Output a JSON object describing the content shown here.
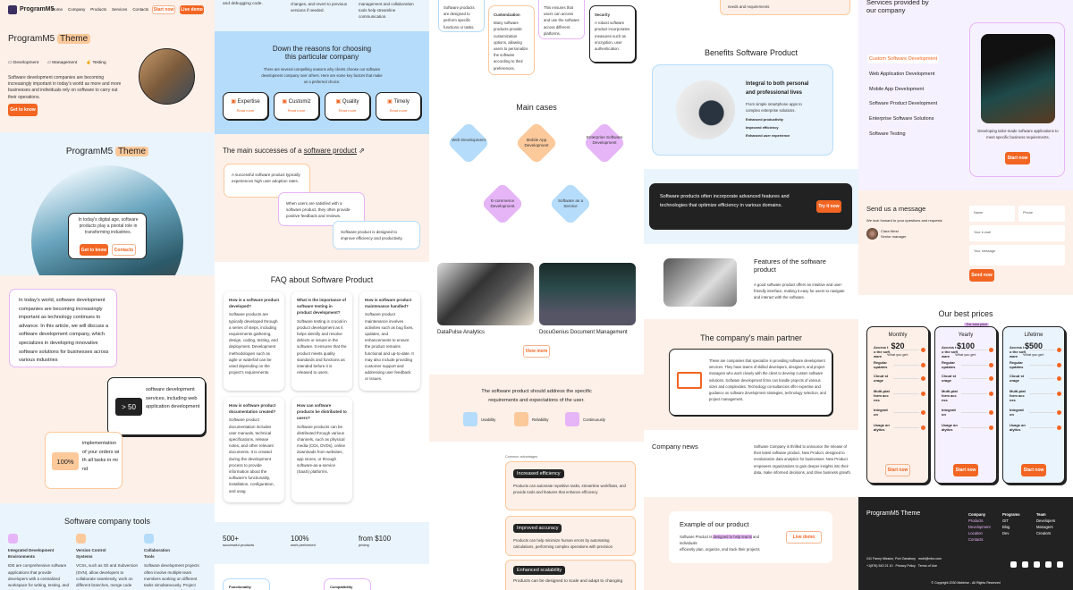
{
  "hero": {
    "logo": "ProgramM5",
    "nav": [
      "Home",
      "Company",
      "Products",
      "Services",
      "Contacts"
    ],
    "start_now": "Start now",
    "live_demo": "Live demo",
    "title": "ProgramM5",
    "title_highlight": "Theme",
    "features": [
      {
        "icon": "monitor-icon",
        "label": "Development"
      },
      {
        "icon": "folder-icon",
        "label": "Management"
      },
      {
        "icon": "hand-pointer-icon",
        "label": "Testing"
      }
    ],
    "text": "Software development companies are becoming increasingly important in today's world as more and more businesses and individuals rely on software to carry out their operations.",
    "cta": "Get to know"
  },
  "hero2": {
    "title": "ProgramM5",
    "title_highlight": "Theme",
    "text": "In today's digital age, software products play a pivotal role in transforming industries.",
    "cta": "Get to know",
    "contacts": "Contacts"
  },
  "about": {
    "text": "In today's world, software development companies are becoming increasingly important as technology continues to advance. In this article, we will discuss a software development company, which specializes in developing innovative software solutions for businesses across various industries",
    "stat1_value": "> 50",
    "stat1_text": "software development services, including web application development",
    "stat2_value": "100%",
    "stat2_text": "implementation of your orders with all tasks in mind"
  },
  "tools": {
    "title": "Software company tools",
    "items": [
      {
        "title": "Integrated Development Environments",
        "text": "IDE are comprehensive software applications that provide developers with a centralized workspace for writing, testing, and debugging code.",
        "color": "#e6b5f7"
      },
      {
        "title": "Version Control Systems",
        "text": "VCSs, such as Git and Subversion (SVN), allow developers to collaborate seamlessly, work on different branches, merge code changes, and revert to previous versions if needed.",
        "color": "#fcc99b"
      },
      {
        "title": "Collaboration Tools",
        "text": "Software development projects often involve multiple team members working on different tasks simultaneously. Project management and collaboration tools help streamline communication.",
        "color": "#b5dcfa"
      }
    ]
  },
  "tools_cont": [
    "and debugging code.",
    "changes, and revert to previous versions if needed.",
    "management and collaboration tools help streamline communication."
  ],
  "reasons": {
    "title": "Down the reasons for choosing this particular company",
    "text": "There are several compelling reasons why clients choose our software development company over others. Here are some key factors that make us a preferred choice:",
    "cards": [
      {
        "label": "Expertise",
        "link": "Read more"
      },
      {
        "label": "Customiz",
        "link": "Read more"
      },
      {
        "label": "Quality",
        "link": "Read more"
      },
      {
        "label": "Timely",
        "link": "Read more"
      }
    ]
  },
  "successes": {
    "title": "The main successes of a",
    "title_link": "software product",
    "items": [
      "A successful software product typically experiences high user adoption rates.",
      "When users are satisfied with a software product, they often provide positive feedback and reviews.",
      "Software product is designed to improve efficiency and productivity."
    ]
  },
  "faq": {
    "title": "FAQ about Software Product",
    "items": [
      {
        "q": "How is a software product developed?",
        "a": "Software products are typically developed through a series of steps, including requirements gathering, design, coding, testing, and deployment. Development methodologies such as agile or waterfall can be used depending on the project's requirements."
      },
      {
        "q": "What is the importance of software testing in product development?",
        "a": "Software testing is crucial in product development as it helps identify and resolve defects or issues in the software. It ensures that the product meets quality standards and functions as intended before it is released to users."
      },
      {
        "q": "How is software product maintenance handled?",
        "a": "Software product maintenance involves activities such as bug fixes, updates, and enhancements to ensure the product remains functional and up-to-date. It may also include providing customer support and addressing user feedback or issues."
      },
      {
        "q": "How is software product documentation created?",
        "a": "Software product documentation includes user manuals, technical specifications, release notes, and other relevant documents. It is created during the development process to provide information about the software's functionality, installation, configuration, and usag"
      },
      {
        "q": "How can software products be distributed to users?",
        "a": "Software products can be distributed through various channels, such as physical media (CDs, DVDs), online downloads from websites, app stores, or through software-as-a-service (SaaS) platforms."
      }
    ]
  },
  "stats": [
    {
      "value": "500+",
      "label": "successful products"
    },
    {
      "value": "100%",
      "label": "work performed"
    },
    {
      "value": "from $100",
      "label": "pricing"
    }
  ],
  "qualities": {
    "top_labels": [
      "Functionality",
      "Compatibility"
    ],
    "cards": [
      {
        "text": "Software products are designed to perform specific functions or tasks."
      },
      {
        "title": "Customization",
        "text": "Many software products provide customization options, allowing users to personalize the software according to their preferences."
      },
      {
        "text": "This ensures that users can access and use the software across different platforms."
      },
      {
        "title": "Security",
        "text": "A robust software product incorporates measures such as encryption, user authentication."
      }
    ]
  },
  "cases": {
    "title": "Main cases",
    "items": [
      "Web Development",
      "Mobile App Development",
      "Enterprise Software Development",
      "E-commerce Development",
      "Software as a Service"
    ]
  },
  "products": {
    "items": [
      "DataPulse Analytics",
      "DocuGenius Document Management"
    ],
    "view_more": "View more"
  },
  "requirements": {
    "title": "The software product should address the specific requirements and expectations of the user.",
    "items": [
      {
        "icon": "grid-icon",
        "label": "Usability"
      },
      {
        "icon": "shield-icon",
        "label": "Reliability"
      },
      {
        "icon": "clock-icon",
        "label": "Continuously"
      }
    ]
  },
  "advantages": {
    "label": "Common advantages",
    "items": [
      {
        "title": "Increased efficiency",
        "text": "Products can automate repetitive tasks, streamline workflows, and provide tools and features that enhance efficiency"
      },
      {
        "title": "Improved accuracy",
        "text": "Products can help minimize human errors by automating calculations, performing complex operations with precision"
      },
      {
        "title": "Enhanced scalability",
        "text": "Products can be designed to scale and adapt to changing"
      }
    ],
    "cont": "needs and requirements"
  },
  "benefits": {
    "title": "Benefits Software Product",
    "heading": "Integral to both personal and professional lives",
    "text": "From simple smartphone apps to complex enterprise solutions.",
    "list": [
      "Enhanced productivity",
      "Improved efficiency",
      "Enhanced user experience"
    ]
  },
  "banner": {
    "text": "Software products often incorporate advanced features and technologies that optimize efficiency in various domains.",
    "cta": "Try it now"
  },
  "features": {
    "title": "Features of the software product",
    "text": "A good software product offers an intuitive and user-friendly interface, making it easy for users to navigate and interact with the software."
  },
  "partner": {
    "title": "The company's main partner",
    "text": "These are companies that specialize in providing software development services. They have teams of skilled developers, designers, and project managers who work closely with the client to develop custom software solutions. Software development firms can handle projects of various sizes and complexities. Technology consultancies offer expertise and guidance on software development strategies, technology selection, and project management."
  },
  "news": {
    "title": "Company news",
    "text": "Software Company is thrilled to announce the release of their latest software product, New Product, designed to revolutionize data analytics for businesses. New Product empowers organizations to gain deeper insights into their data, make informed decisions, and drive business growth."
  },
  "example": {
    "title": "Example of our product",
    "text_pre": "Software Product is",
    "text_hl": "designed to help teams",
    "text_post": "and individuals",
    "text_line2": "efficiently plan, organize, and track their projects",
    "cta": "Live demo"
  },
  "services": {
    "title": "Services provided by our company",
    "items": [
      "Custom Software Development",
      "Web Application Development",
      "Mobile App Development",
      "Software Product Development",
      "Enterprise Software Solutions",
      "Software Testing"
    ],
    "card_text": "Developing tailor-made software applications to meet specific business requirements.",
    "cta": "Start now"
  },
  "contact": {
    "title": "Send us a message",
    "subtitle": "We look forward to your questions and requests",
    "person": "Clara West",
    "role": "Senior manager",
    "name_ph": "Name",
    "phone_ph": "Phone",
    "email_ph": "Your e-mail",
    "message_ph": "Your message",
    "send": "Send now"
  },
  "pricing": {
    "title": "Our best prices",
    "badge": "The best price",
    "what": "What you get:",
    "features": [
      "Access to the software",
      "Regular updates",
      "Cloud storage",
      "Multi-platform access",
      "Integration",
      "Usage analytics"
    ],
    "plans": [
      {
        "name": "Monthly",
        "price": "$20",
        "cta": "Start now",
        "bg": "#fdf0e8"
      },
      {
        "name": "Yearly",
        "price": "$100",
        "cta": "Start now",
        "bg": "#f6f1fe"
      },
      {
        "name": "Lifetime",
        "price": "$500",
        "cta": "Start now",
        "bg": "#eaf4fc"
      }
    ]
  },
  "footer": {
    "brand": "ProgramM5 Theme",
    "columns": [
      {
        "title": "Company",
        "links": [
          "Products",
          "Development",
          "Location",
          "Contacts"
        ]
      },
      {
        "title": "Programs",
        "links": [
          "GIT",
          "Blog",
          "Dev"
        ]
      },
      {
        "title": "Team",
        "links": [
          "Developers",
          "Managers",
          "Creators"
        ]
      }
    ],
    "address": "241 Fanny Mission, Port Zanabury",
    "email": "mobi@mbo.com",
    "phone": "+1(876) 543 21 10",
    "privacy": "Privacy Policy",
    "terms": "Terms of Use",
    "social": [
      "facebook-icon",
      "github-icon",
      "facebook-icon",
      "linkedin-icon",
      "telegram-icon"
    ],
    "copyright": "© Copyright 2030 Mobirise - All Rights Reserved"
  },
  "colors": {
    "accent": "#f26522",
    "peach": "#fdf0e8",
    "sky": "#eaf4fc",
    "blue": "#b5dcfa",
    "orange_soft": "#fcc99b",
    "purple_soft": "#e6b5f7",
    "dark": "#222222"
  }
}
